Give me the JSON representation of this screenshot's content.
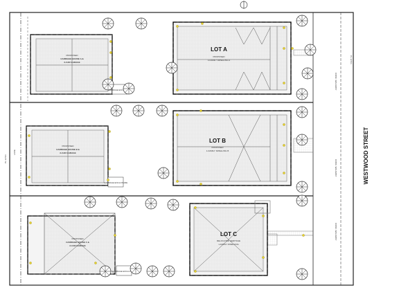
{
  "lots": [
    {
      "id": "a",
      "title": "LOT A",
      "line1": "PROPOSED",
      "line2": "1-FAMILY DWELLING A"
    },
    {
      "id": "b",
      "title": "LOT B",
      "line1": "PROPOSED",
      "line2": "1-FAMILY DWELLING B"
    },
    {
      "id": "c",
      "title": "LOT C",
      "line1": "RELOCATED HERITAGE",
      "line2": "1-FAMILY DWELLING"
    }
  ],
  "carriage_houses": [
    {
      "id": "a",
      "line1": "PROPOSED",
      "line2": "CARRIAGE HOUSE A &",
      "line3": "2-CAR GARAGE"
    },
    {
      "id": "b",
      "line1": "PROPOSED",
      "line2": "CARRIAGE HOUSE B &",
      "line3": "2-CAR GARAGE"
    },
    {
      "id": "c",
      "line1": "PROPOSED",
      "line2": "CARRIAGE HOUSE C &",
      "line3": "2-CAR GARAGE"
    }
  ],
  "street": {
    "name": "WESTWOOD STREET"
  },
  "small_labels": {
    "garbage_enclosure": "GARBAGE ENCLOSURE",
    "concrete_walkway": "CONC. WALKWAY",
    "lane": "LANE",
    "pl": "PL 12.5m"
  },
  "colors": {
    "line": "#222222",
    "tree": "#333333",
    "light": "#e6d230",
    "paving": "#bdbdbd"
  }
}
